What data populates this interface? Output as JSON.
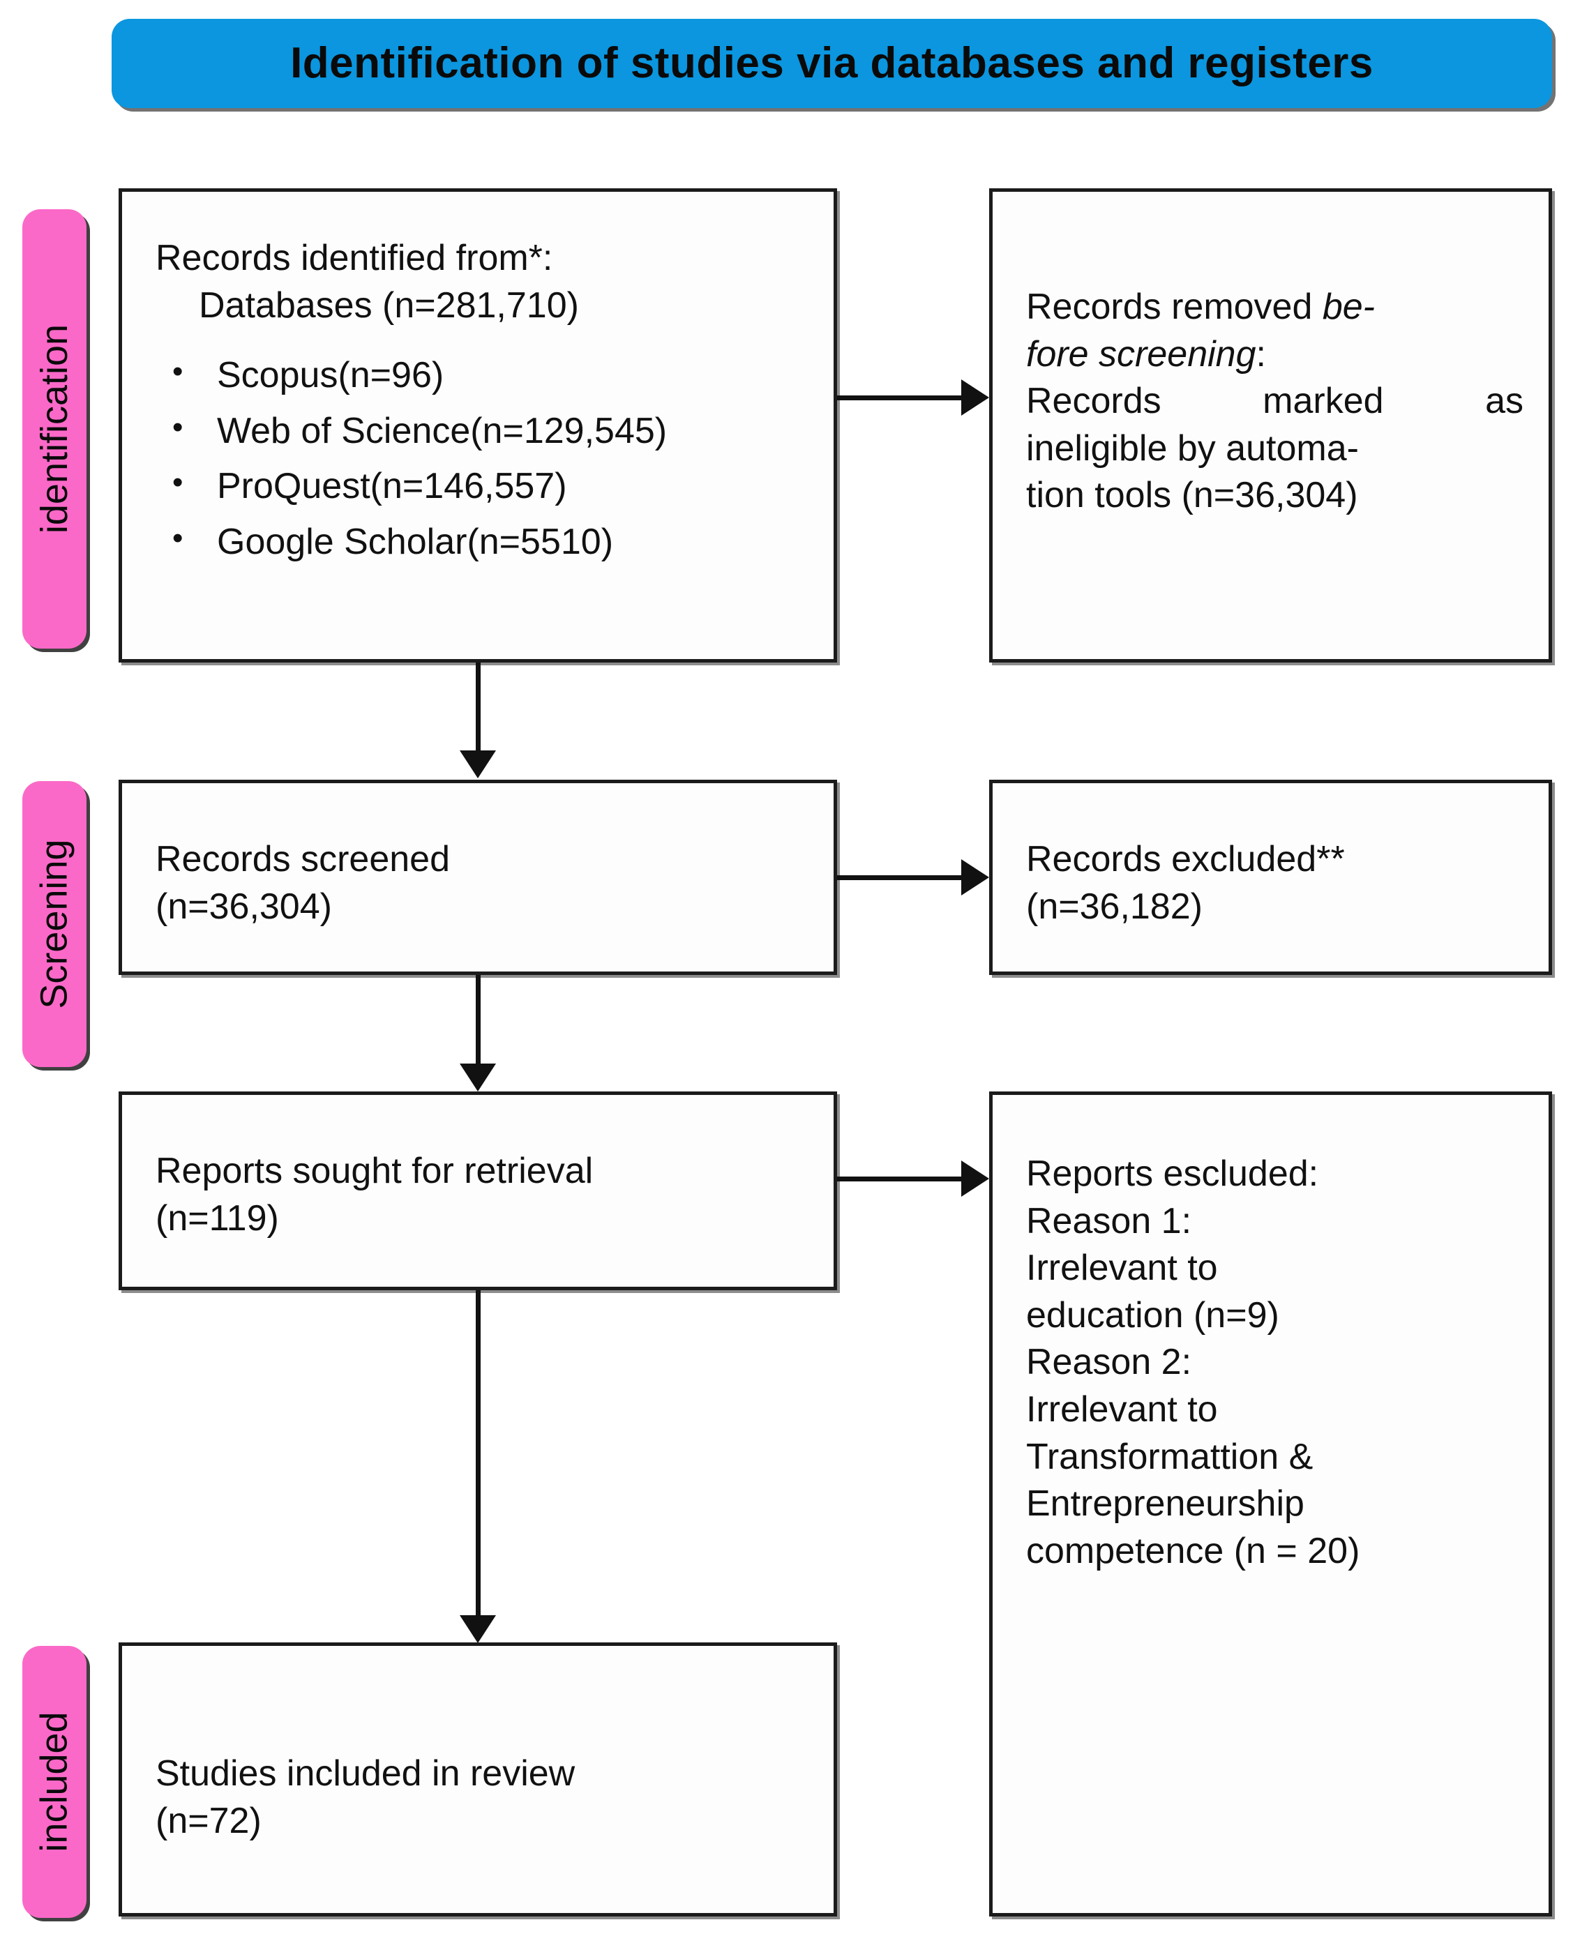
{
  "header": {
    "title": "Identification of studies via databases and registers",
    "background_color": "#0B96DF"
  },
  "stages": {
    "accent_color": "#FB69C8",
    "items": [
      {
        "id": "identification",
        "label": "identification"
      },
      {
        "id": "screening",
        "label": "Screening"
      },
      {
        "id": "included",
        "label": "included"
      }
    ]
  },
  "boxes": {
    "identified": {
      "heading": "Records identified from*:",
      "subheading": "Databases (n=281,710)",
      "sources": [
        "Scopus(n=96)",
        "Web of Science(n=129,545)",
        "ProQuest(n=146,557)",
        "Google Scholar(n=5510)"
      ]
    },
    "removed": {
      "line1_prefix": "Records removed ",
      "line1_italic": "be-",
      "line2_italic": "fore screening",
      "line2_suffix": ":",
      "line3": "Records marked as",
      "line4": "ineligible by automa-",
      "line5": "tion tools (n=36,304)"
    },
    "screened": {
      "line1": "Records screened",
      "line2": "(n=36,304)"
    },
    "excluded": {
      "line1": "Records excluded**",
      "line2": "(n=36,182)"
    },
    "sought": {
      "line1": "Reports sought for retrieval",
      "line2": "(n=119)"
    },
    "reports_excluded": {
      "line1": "Reports escluded:",
      "line2": "Reason 1:",
      "line3": "Irrelevant to",
      "line4": "education (n=9)",
      "line5": "Reason 2:",
      "line6": "Irrelevant to",
      "line7": "Transformattion &",
      "line8": "Entrepreneurship",
      "line9": "competence (n = 20)"
    },
    "included": {
      "line1": "Studies included in review",
      "line2": "(n=72)"
    }
  },
  "chart_data": {
    "type": "diagram",
    "title": "Identification of studies via databases and registers",
    "nodes": [
      {
        "id": "identified",
        "stage": "identification",
        "label": "Records identified from*: Databases (n=281,710)",
        "n": 281710
      },
      {
        "id": "scopus",
        "stage": "identification",
        "label": "Scopus",
        "n": 96
      },
      {
        "id": "wos",
        "stage": "identification",
        "label": "Web of Science",
        "n": 129545
      },
      {
        "id": "proquest",
        "stage": "identification",
        "label": "ProQuest",
        "n": 146557
      },
      {
        "id": "gscholar",
        "stage": "identification",
        "label": "Google Scholar",
        "n": 5510
      },
      {
        "id": "removed",
        "stage": "identification",
        "label": "Records removed before screening: Records marked as ineligible by automation tools",
        "n": 36304
      },
      {
        "id": "screened",
        "stage": "screening",
        "label": "Records screened",
        "n": 36304
      },
      {
        "id": "excluded",
        "stage": "screening",
        "label": "Records excluded**",
        "n": 36182
      },
      {
        "id": "sought",
        "stage": "screening",
        "label": "Reports sought for retrieval",
        "n": 119
      },
      {
        "id": "reports_excluded_r1",
        "stage": "screening",
        "label": "Reports escluded: Reason 1: Irrelevant to education",
        "n": 9
      },
      {
        "id": "reports_excluded_r2",
        "stage": "screening",
        "label": "Reports escluded: Reason 2: Irrelevant to Transformattion & Entrepreneurship competence",
        "n": 20
      },
      {
        "id": "included",
        "stage": "included",
        "label": "Studies included in review",
        "n": 72
      }
    ],
    "edges": [
      {
        "from": "identified",
        "to": "removed",
        "direction": "right"
      },
      {
        "from": "identified",
        "to": "screened",
        "direction": "down"
      },
      {
        "from": "screened",
        "to": "excluded",
        "direction": "right"
      },
      {
        "from": "screened",
        "to": "sought",
        "direction": "down"
      },
      {
        "from": "sought",
        "to": "reports_excluded_r1",
        "direction": "right"
      },
      {
        "from": "sought",
        "to": "included",
        "direction": "down"
      }
    ]
  }
}
